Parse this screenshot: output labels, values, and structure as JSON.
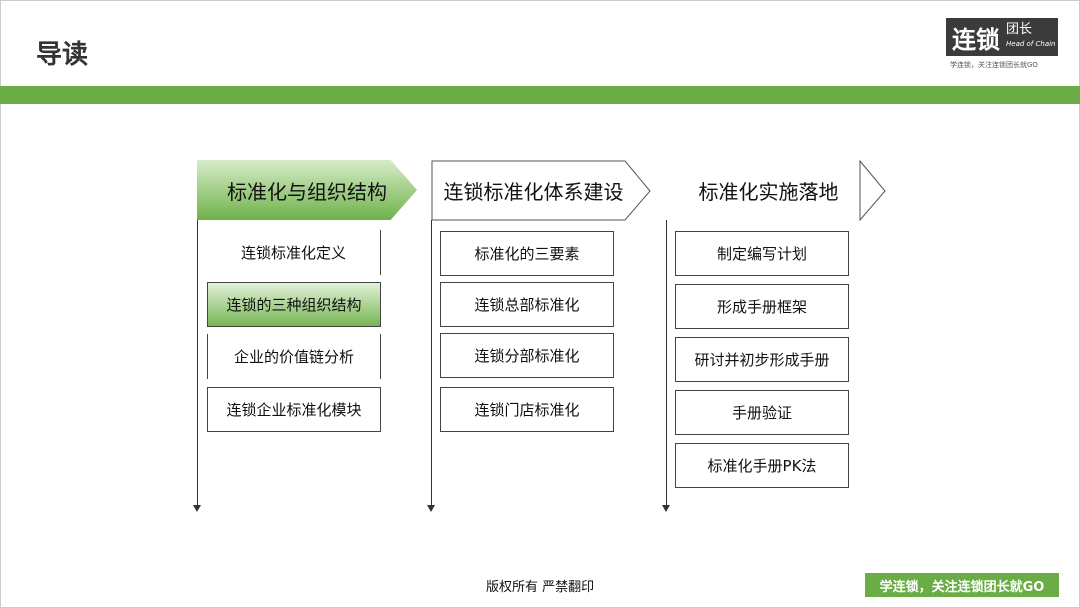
{
  "title": "导读",
  "logo": {
    "main": "连锁",
    "sub": "团长",
    "tagline": "Head of Chain",
    "slogan": "学连锁，关注连锁团长就GO"
  },
  "columns": [
    {
      "header": "标准化与组织结构",
      "items": [
        "连锁标准化定义",
        "连锁的三种组织结构",
        "企业的价值链分析",
        "连锁企业标准化模块"
      ]
    },
    {
      "header": "连锁标准化体系建设",
      "items": [
        "标准化的三要素",
        "连锁总部标准化",
        "连锁分部标准化",
        "连锁门店标准化"
      ]
    },
    {
      "header": "标准化实施落地",
      "items": [
        "制定编写计划",
        "形成手册框架",
        "研讨并初步形成手册",
        "手册验证",
        "标准化手册PK法"
      ]
    }
  ],
  "footer": {
    "copyright": "版权所有  严禁翻印",
    "badge": "学连锁，关注连锁团长就GO"
  },
  "colors": {
    "accent": "#6aad46"
  }
}
